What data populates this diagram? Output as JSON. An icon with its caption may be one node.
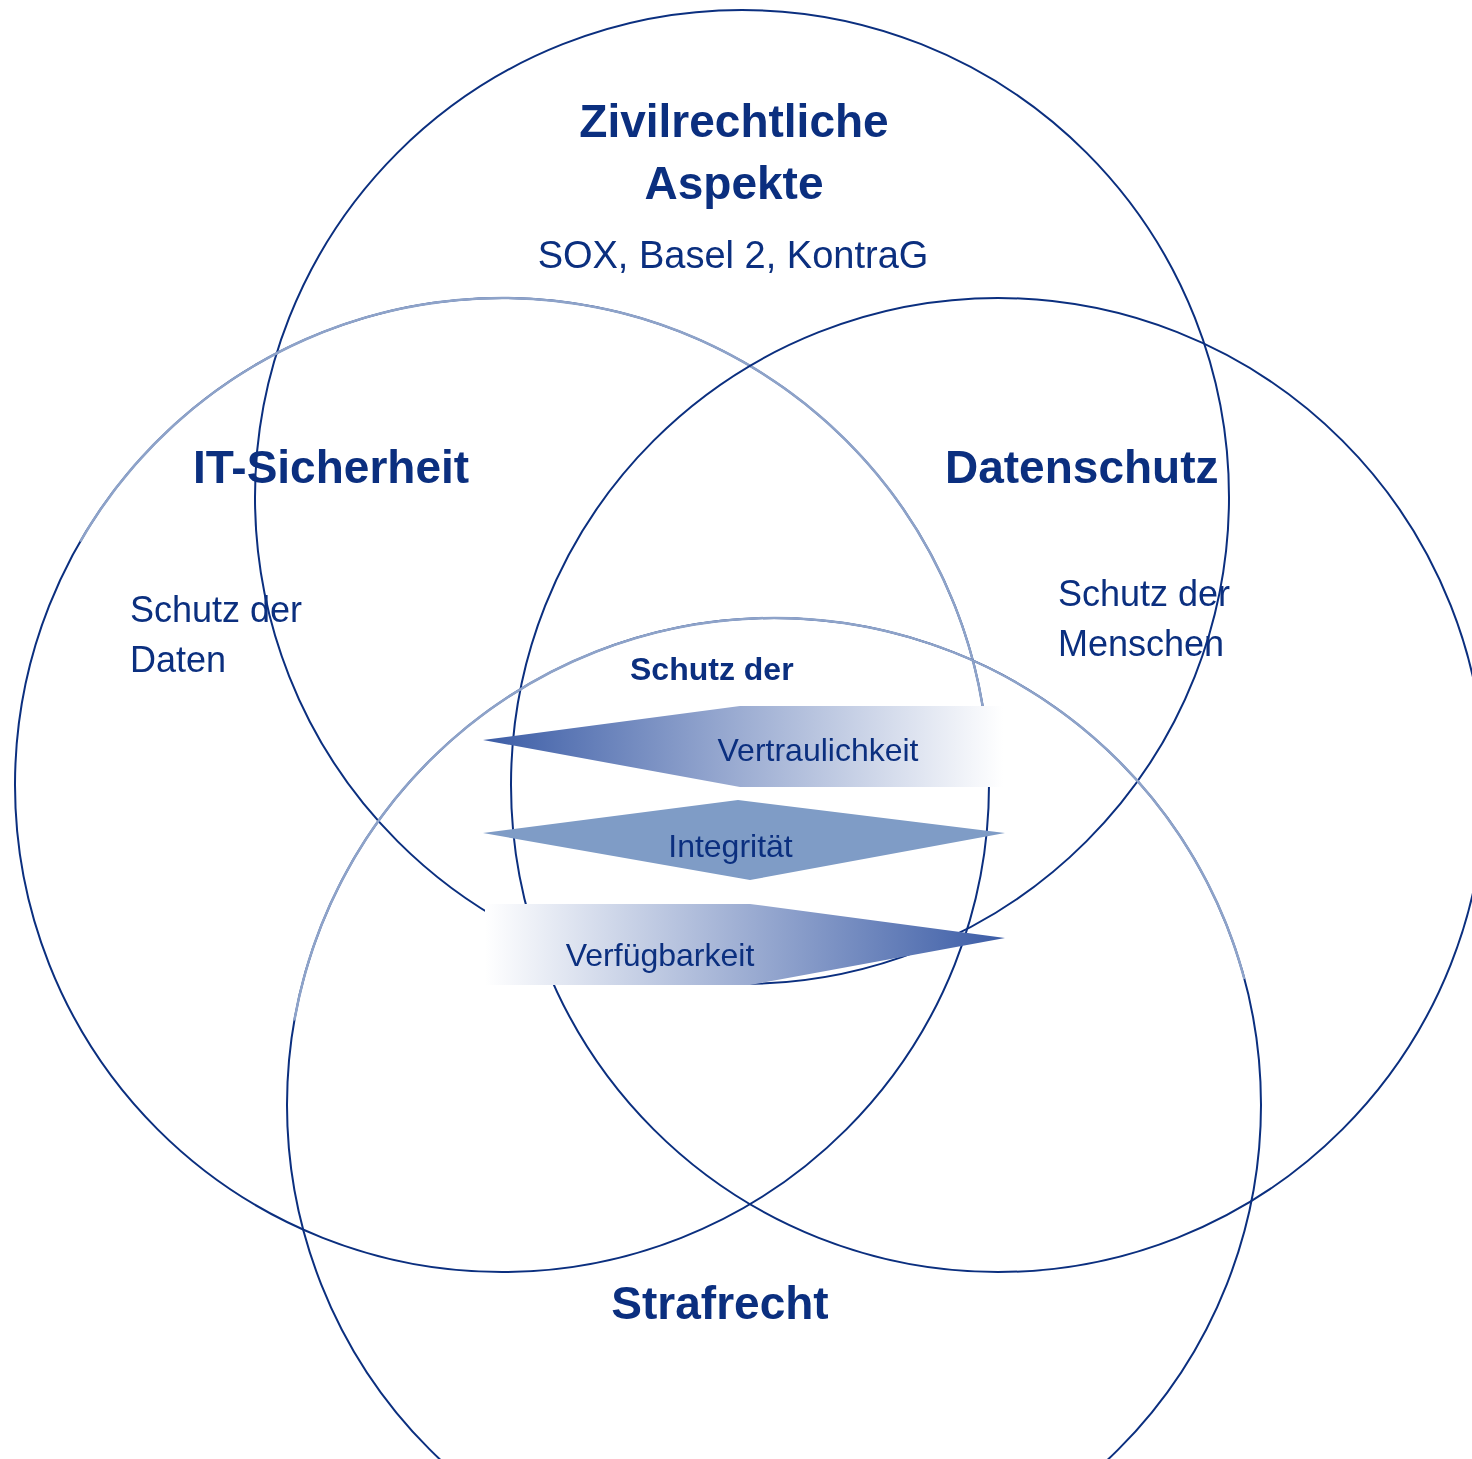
{
  "diagram": {
    "nodes": [
      {
        "text": [
          "Zivilrechtliche Aspekte",
          "SOX, Basel 2, KontraG"
        ]
      },
      {
        "text": [
          "IT-Sicherheit",
          "Schutz der Daten"
        ]
      },
      {
        "text": [
          "Datenschutz",
          "Schutz der Menschen"
        ]
      },
      {
        "text": [
          "Strafrecht"
        ]
      },
      {
        "text": [
          "Vertraulichkeit"
        ]
      },
      {
        "text": [
          "Integrität"
        ]
      },
      {
        "text": [
          "Verfügbarkeit"
        ]
      }
    ],
    "labels": [
      "Schutz der"
    ]
  }
}
